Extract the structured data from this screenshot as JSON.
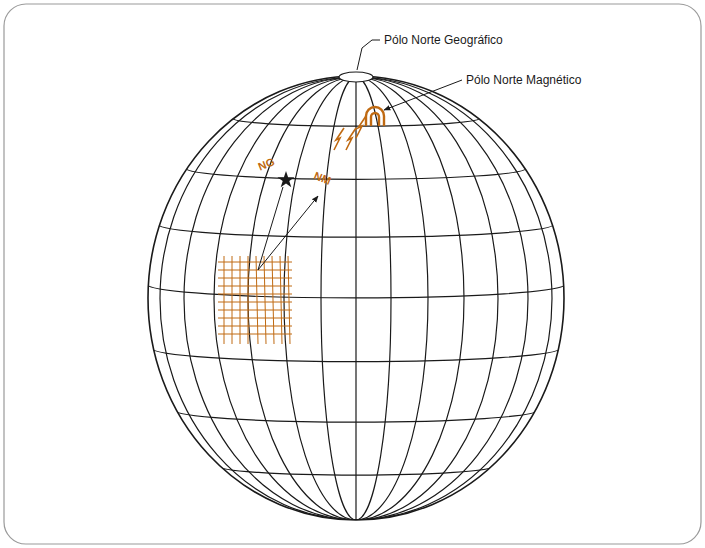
{
  "diagram": {
    "labels": [
      "Pólo Norte Geográfico",
      "Pólo Norte Magnético",
      "NG",
      "NM"
    ]
  }
}
